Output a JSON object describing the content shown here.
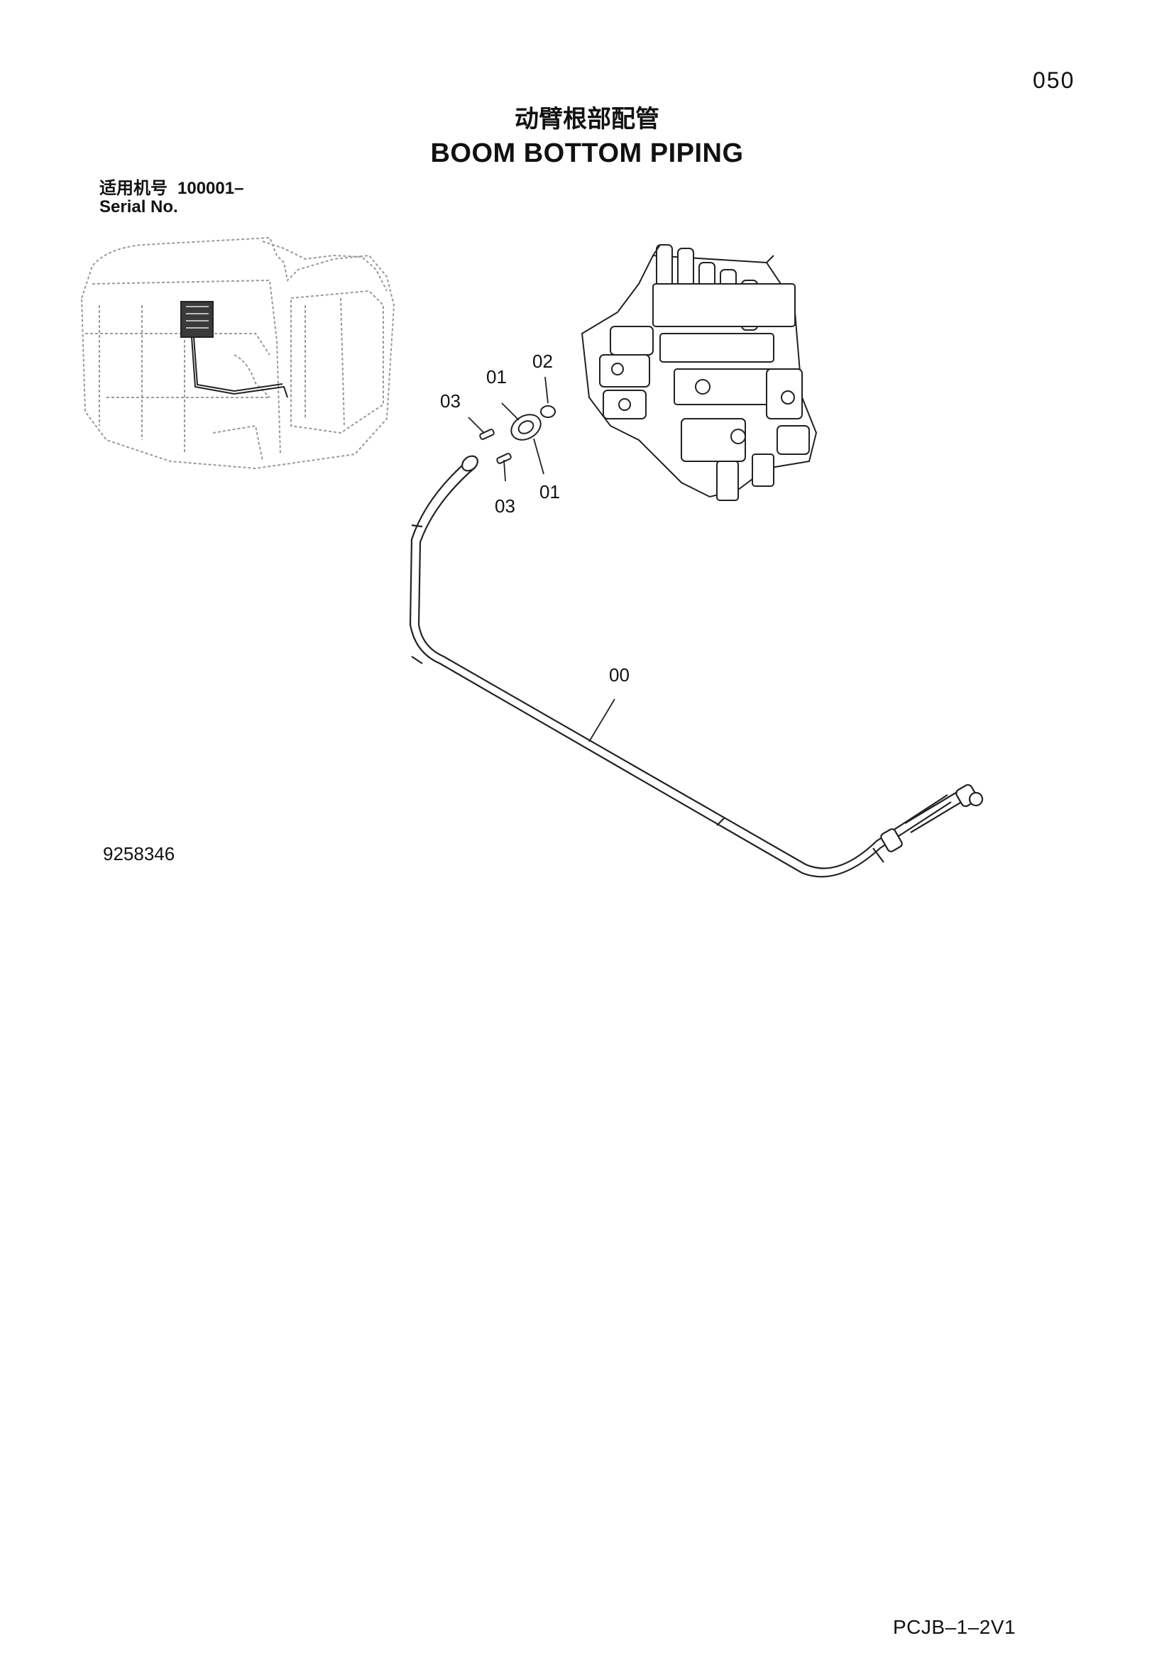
{
  "page": {
    "page_number": "050",
    "title_cn": "动臂根部配管",
    "title_en": "BOOM BOTTOM PIPING",
    "serial_label_cn": "适用机号",
    "serial_range": "100001–",
    "serial_label_en": "Serial No.",
    "drawing_number": "9258346",
    "doc_code": "PCJB–1–2V1"
  },
  "callouts": [
    {
      "id": "c-00",
      "label": "00"
    },
    {
      "id": "c-01a",
      "label": "01"
    },
    {
      "id": "c-01b",
      "label": "01"
    },
    {
      "id": "c-02",
      "label": "02"
    },
    {
      "id": "c-03a",
      "label": "03"
    },
    {
      "id": "c-03b",
      "label": "03"
    }
  ],
  "icons": {
    "machine": "excavator-outline-icon",
    "valve": "control-valve-icon",
    "pipe": "boom-bottom-pipe-icon"
  }
}
